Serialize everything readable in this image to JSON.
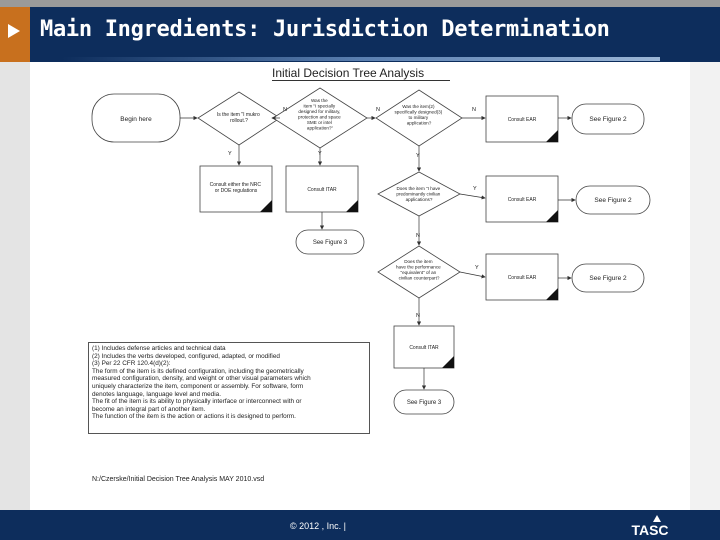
{
  "header": {
    "title": "Main Ingredients: Jurisdiction Determination"
  },
  "figure": {
    "title": "Initial Decision Tree Analysis",
    "nodes": {
      "begin": "Begin here",
      "q1": [
        "Is the item \"I mukro",
        "rollout.?"
      ],
      "q2": [
        "Was the",
        "item \"I specially",
        "designed for military,",
        "protection and space",
        "SME or intel",
        "application?\""
      ],
      "q3": [
        "Was the item(2)",
        "specifically designed(3)",
        "to military",
        "application?"
      ],
      "q4": [
        "Does the item \"I have",
        "predominantly civilian",
        "applications?"
      ],
      "q5": [
        "Does the item",
        "have the performance",
        "\"equivalent\" of an",
        "civilian counterpart?"
      ],
      "consult_nrc": [
        "Consult either the NRC",
        "or DOE regulations"
      ],
      "consult_itar_1": "Consult ITAR",
      "consult_itar_2": "Consult ITAR",
      "consult_ear_1": "Consult EAR",
      "consult_ear_2": "Consult EAR",
      "consult_ear_3": "Consult EAR",
      "see_fig2_1": "See Figure 2",
      "see_fig2_2": "See Figure 2",
      "see_fig2_3": "See Figure 2",
      "see_fig3_1": "See Figure 3",
      "see_fig3_2": "See Figure 3"
    },
    "labels": {
      "n": "N",
      "y": "Y"
    },
    "footnotes": [
      "(1) Includes defense articles and technical data",
      "(2) Includes the verbs developed, configured, adapted, or modified",
      "(3) Per 22 CFR 120.4(d)(2):",
      "The form of the item is its defined configuration, including the geometrically",
      "measured configuration, density, and weight or other visual parameters which",
      "uniquely characterize the item, component or assembly. For software, form",
      "denotes language, language level and media.",
      "The fit of the item is its ability to physically interface or interconnect with or",
      "become an integral part of another item.",
      "The function of the item is the action or actions it is designed to perform."
    ],
    "file_path": "N:/Czerske/Initial Decision Tree Analysis MAY 2010.vsd"
  },
  "footer": {
    "copyright": "© 2012 , Inc. |",
    "logo_text": "TASC"
  },
  "colors": {
    "header_bg": "#0d2d5c",
    "accent_orange": "#c8701e",
    "sidebar": "#e4e4e4"
  }
}
